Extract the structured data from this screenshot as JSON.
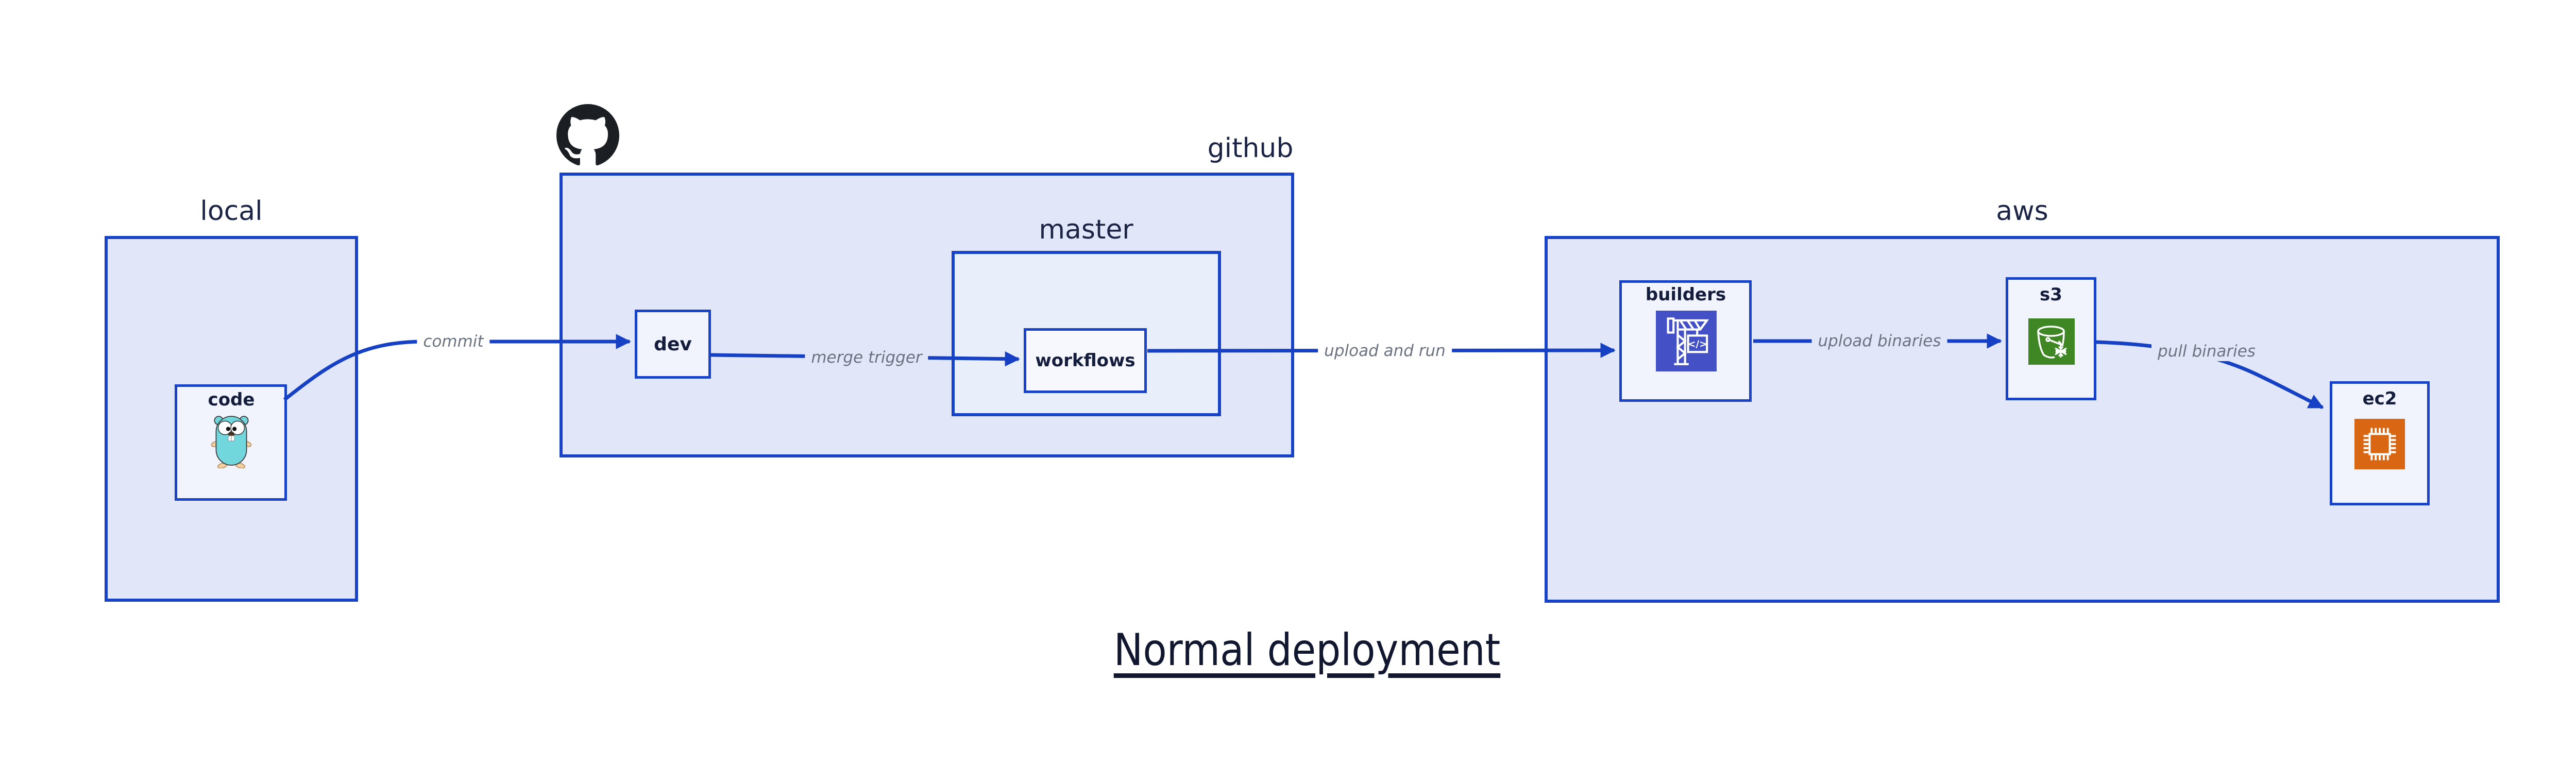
{
  "diagram": {
    "title": "Normal deployment",
    "groups": {
      "local": {
        "label": "local"
      },
      "github": {
        "label": "github"
      },
      "master": {
        "label": "master"
      },
      "aws": {
        "label": "aws"
      }
    },
    "nodes": {
      "code": {
        "label": "code",
        "icon": "go-gopher-icon"
      },
      "dev": {
        "label": "dev"
      },
      "workflows": {
        "label": "workflows"
      },
      "builders": {
        "label": "builders",
        "icon": "codebuild-crane-icon"
      },
      "s3": {
        "label": "s3",
        "icon": "s3-bucket-snowflake-icon"
      },
      "ec2": {
        "label": "ec2",
        "icon": "ec2-chip-icon"
      }
    },
    "edges": {
      "commit": {
        "label": "commit",
        "from": "code",
        "to": "dev"
      },
      "merge_trigger": {
        "label": "merge trigger",
        "from": "dev",
        "to": "workflows"
      },
      "upload_and_run": {
        "label": "upload and run",
        "from": "workflows",
        "to": "builders"
      },
      "upload_binaries": {
        "label": "upload binaries",
        "from": "builders",
        "to": "s3"
      },
      "pull_binaries": {
        "label": "pull binaries",
        "from": "s3",
        "to": "ec2"
      }
    },
    "icons": {
      "github_logo": "github-octocat-logo"
    },
    "colors": {
      "border_blue": "#1843c6",
      "arrow_blue": "#1641c4",
      "outer_fill": "#e1e7f8",
      "mid_fill": "#e9eefb",
      "inner_fill": "#f1f4fd",
      "label_navy": "#1b2444",
      "edge_label_gray": "#6b7280",
      "codebuild_purple": "#4350c6",
      "s3_green": "#3f8624",
      "ec2_orange": "#d86613",
      "github_black": "#1b1f23",
      "gopher_teal": "#72d6dd"
    }
  }
}
